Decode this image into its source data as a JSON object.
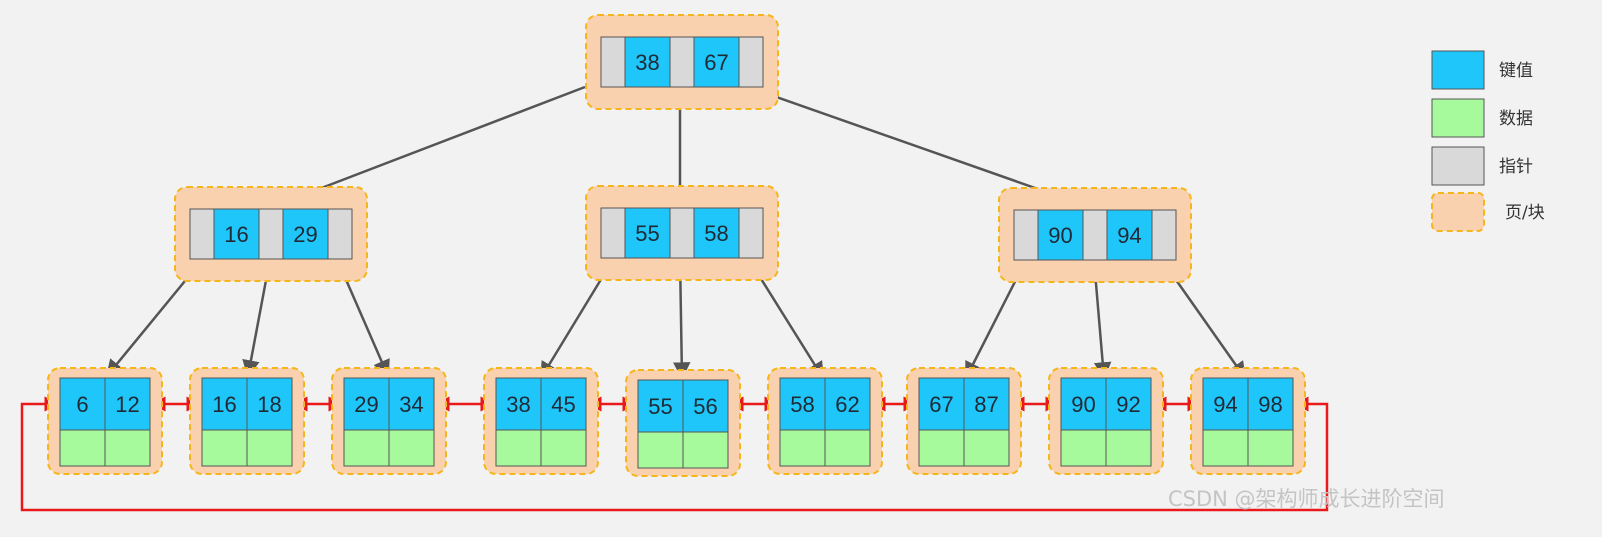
{
  "colors": {
    "key": "#1ec6f9",
    "data": "#a6fa9c",
    "pointer": "#d9d9d9",
    "page_fill": "#fad1ae",
    "page_border": "#f5b61c",
    "tree_edge": "#555555",
    "leaf_link": "#e8181b",
    "background": "#f2f2f2"
  },
  "tree": {
    "root": {
      "keys": [
        "38",
        "67"
      ]
    },
    "internal": [
      {
        "keys": [
          "16",
          "29"
        ]
      },
      {
        "keys": [
          "55",
          "58"
        ]
      },
      {
        "keys": [
          "90",
          "94"
        ]
      }
    ],
    "leaves": [
      {
        "keys": [
          "6",
          "12"
        ]
      },
      {
        "keys": [
          "16",
          "18"
        ]
      },
      {
        "keys": [
          "29",
          "34"
        ]
      },
      {
        "keys": [
          "38",
          "45"
        ]
      },
      {
        "keys": [
          "55",
          "56"
        ]
      },
      {
        "keys": [
          "58",
          "62"
        ]
      },
      {
        "keys": [
          "67",
          "87"
        ]
      },
      {
        "keys": [
          "90",
          "92"
        ]
      },
      {
        "keys": [
          "94",
          "98"
        ]
      }
    ]
  },
  "legend": [
    {
      "swatch": "key",
      "label": "键值",
      "icon": "key-swatch"
    },
    {
      "swatch": "data",
      "label": "数据",
      "icon": "data-swatch"
    },
    {
      "swatch": "pointer",
      "label": "指针",
      "icon": "pointer-swatch"
    },
    {
      "swatch": "page",
      "label": "页/块",
      "icon": "page-swatch"
    }
  ],
  "watermark": "CSDN @架构师成长进阶空间"
}
